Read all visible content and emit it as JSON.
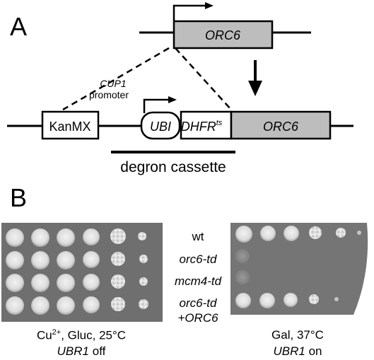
{
  "panels": {
    "a": {
      "letter": "A"
    },
    "b": {
      "letter": "B"
    }
  },
  "construct": {
    "orc6_gene_top": "ORC6",
    "cup1_line1": "CUP1",
    "cup1_line2": "promoter",
    "kanmx": "KanMX",
    "ubi": "UBI",
    "dhfr": "DHFR",
    "dhfr_superscript": "ts",
    "orc6_gene_bottom": "ORC6",
    "degron_cassette": "degron cassette"
  },
  "plates": {
    "strains": {
      "wt": "wt",
      "orc6_td": "orc6-td",
      "mcm4_td": "mcm4-td",
      "orc6_td_orc6_line1": "orc6-td",
      "orc6_td_orc6_line2": "+ORC6"
    },
    "left_condition": {
      "line1_prefix": "Cu",
      "line1_sup": "2+",
      "line1_rest": ", Gluc, 25°C",
      "line2_gene": "UBR1",
      "line2_state": " off"
    },
    "right_condition": {
      "line1": "Gal, 37°C",
      "line2_gene": "UBR1",
      "line2_state": " on"
    }
  }
}
